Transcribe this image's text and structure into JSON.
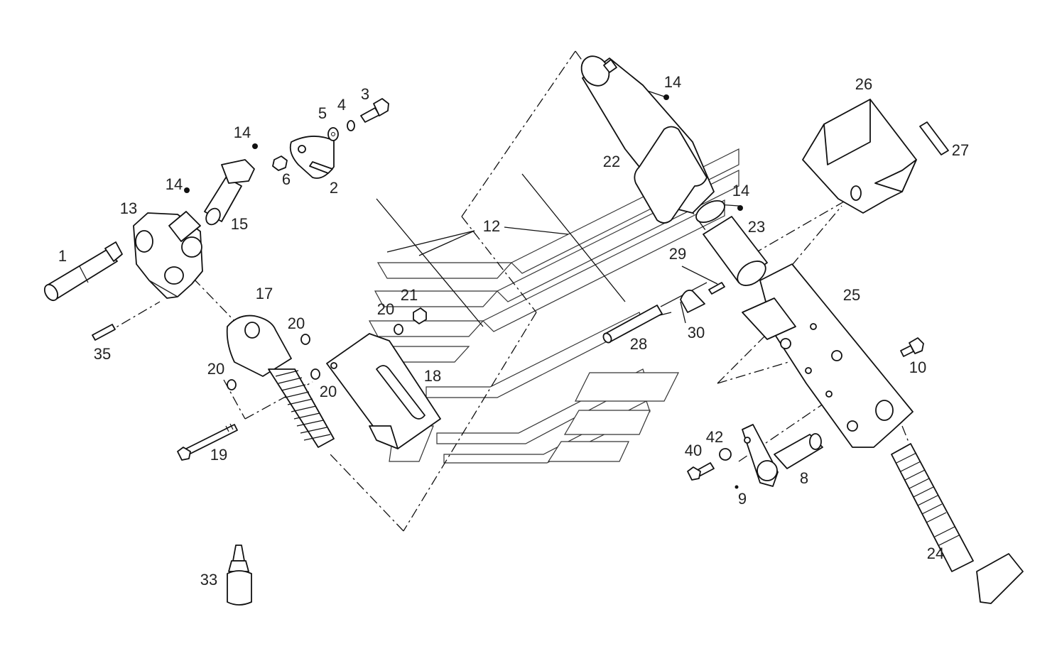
{
  "diagram": {
    "type": "exploded-parts-diagram",
    "part_labels": {
      "p1": "1",
      "p2": "2",
      "p3": "3",
      "p4": "4",
      "p5": "5",
      "p6": "6",
      "p8": "8",
      "p9": "9",
      "p10": "10",
      "p12": "12",
      "p13": "13",
      "p14a": "14",
      "p14b": "14",
      "p14c": "14",
      "p14d": "14",
      "p15": "15",
      "p17": "17",
      "p18": "18",
      "p19": "19",
      "p20a": "20",
      "p20b": "20",
      "p20c": "20",
      "p20d": "20",
      "p21": "21",
      "p22": "22",
      "p23": "23",
      "p24": "24",
      "p25": "25",
      "p26": "26",
      "p27": "27",
      "p28": "28",
      "p29": "29",
      "p30": "30",
      "p33": "33",
      "p35": "35",
      "p40": "40",
      "p42": "42"
    }
  }
}
